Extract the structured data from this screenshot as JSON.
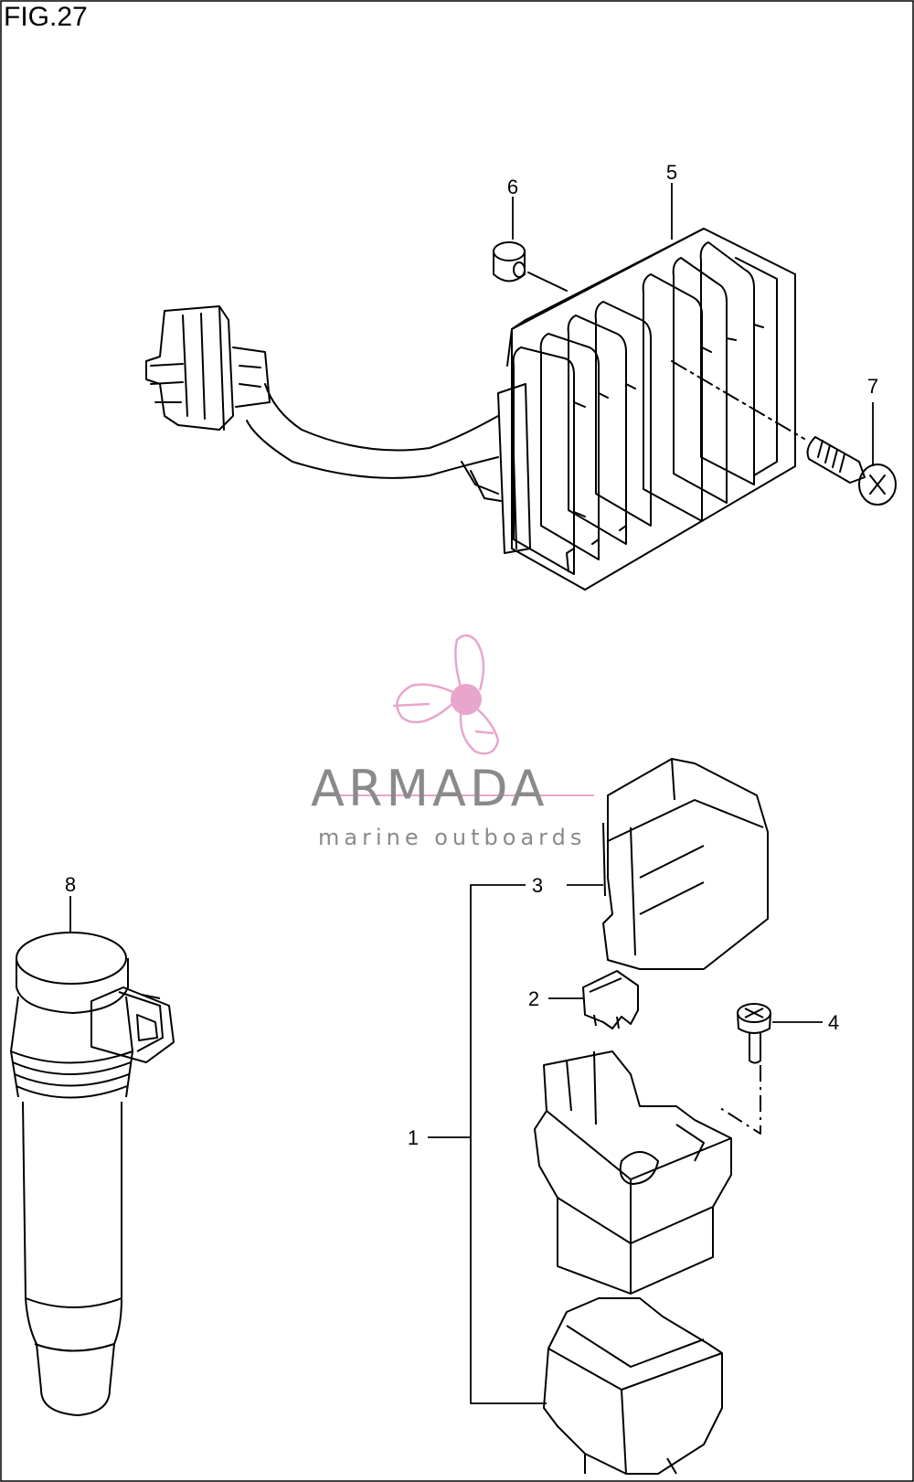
{
  "figure": {
    "title": "FIG.27"
  },
  "callouts": {
    "part_1": "1",
    "part_2": "2",
    "part_3": "3",
    "part_4": "4",
    "part_5": "5",
    "part_6": "6",
    "part_7": "7",
    "part_8": "8"
  },
  "watermark": {
    "brand": "ARMADA",
    "tagline": "marine outboards",
    "accent_color": "#e8a6cd",
    "text_color": "#8a8a8a"
  },
  "colors": {
    "line": "#000000",
    "background": "#ffffff"
  }
}
